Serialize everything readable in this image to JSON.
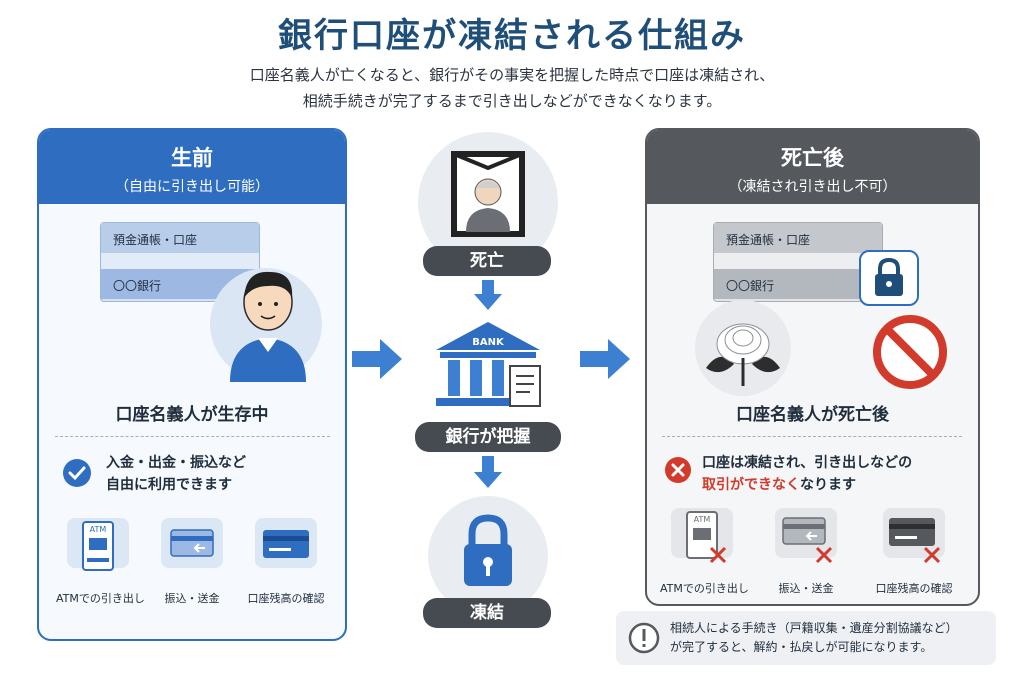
{
  "title": "銀行口座が凍結される仕組み",
  "subtitle": {
    "line1": "口座名義人が亡くなると、銀行がその事実を把握した時点で口座は凍結され、",
    "line2": "相続手続きが完了するまで引き出しなどができなくなります。"
  },
  "before": {
    "heading": "生前",
    "subheading": "（自由に引き出し可能）",
    "bankbook_title": "預金通帳・口座",
    "bankbook_bank": "〇〇銀行",
    "status": "口座名義人が生存中",
    "feature_line1": "入金・出金・振込など",
    "feature_line2": "自由に利用できます",
    "tiles": [
      "ATMでの引き出し",
      "振込・送金",
      "口座残高の確認"
    ],
    "atm_label": "ATM"
  },
  "flow": {
    "step1": "死亡",
    "step2": "銀行が把握",
    "step3": "凍結",
    "bank_label": "BANK"
  },
  "after": {
    "heading": "死亡後",
    "subheading": "（凍結され引き出し不可）",
    "bankbook_title": "預金通帳・口座",
    "bankbook_bank": "〇〇銀行",
    "status": "口座名義人が死亡後",
    "feature_line1": "口座は凍結され、引き出しなどの",
    "feature_line2_red": "取引ができなく",
    "feature_line2_rest": "なります",
    "tiles": [
      "ATMでの引き出し",
      "振込・送金",
      "口座残高の確認"
    ],
    "atm_label": "ATM"
  },
  "note": {
    "line1": "相続人による手続き（戸籍収集・遺産分割協議など）",
    "line2": "が完了すると、解約・払戻しが可能になります。"
  },
  "colors": {
    "blue": "#2e6dc0",
    "gray": "#55595e",
    "red": "#d23a2b",
    "navy": "#1f4e79"
  }
}
